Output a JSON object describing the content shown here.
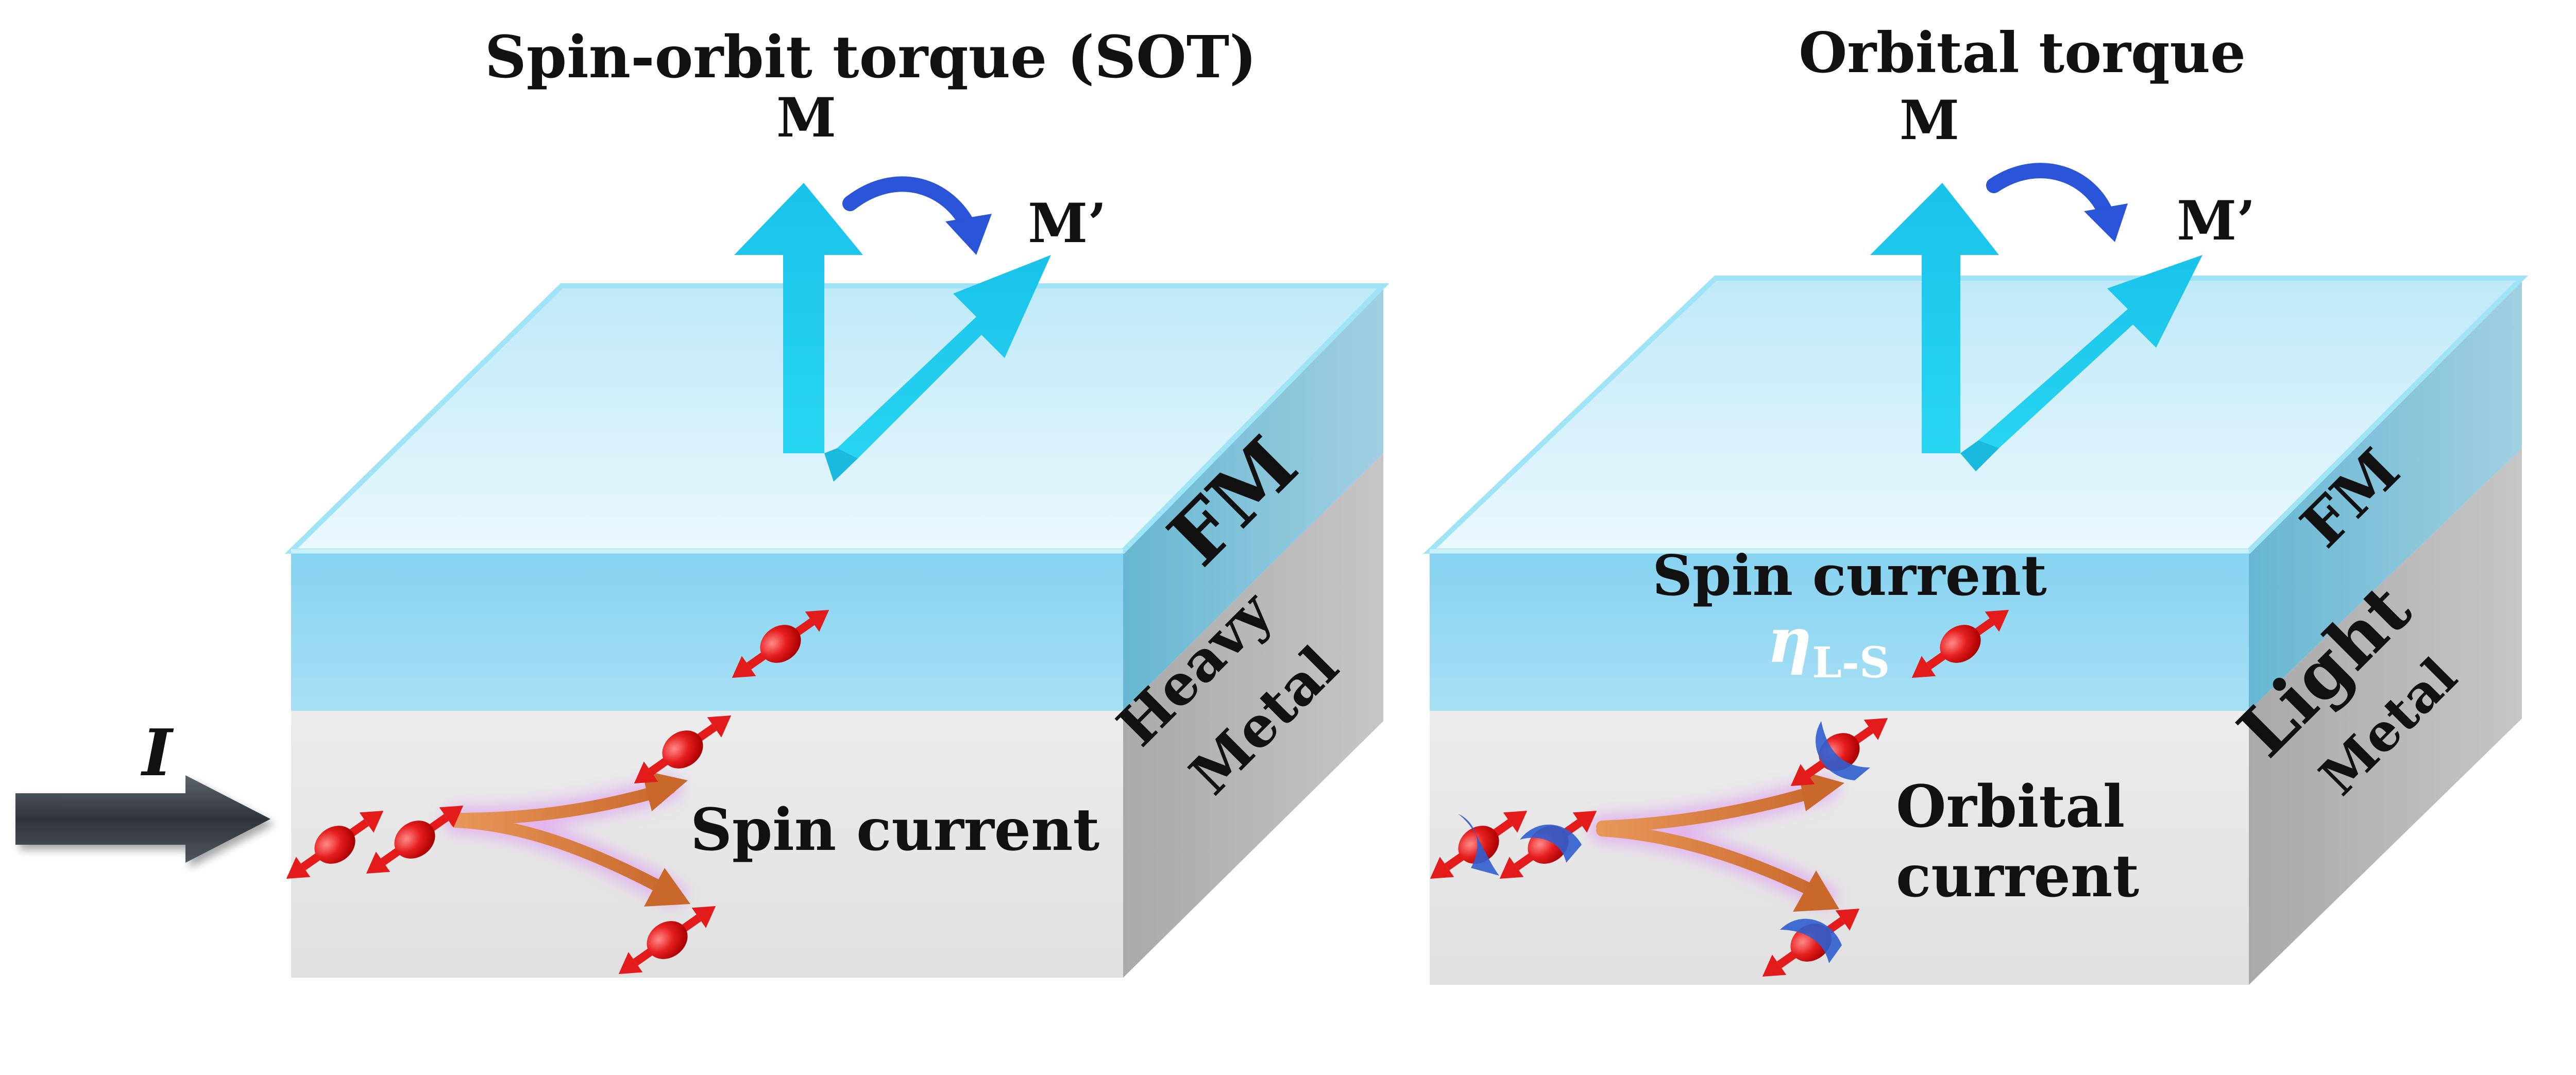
{
  "left_panel": {
    "title": "Spin-orbit torque (SOT)",
    "m_label": "M",
    "m_prime_label": "M’",
    "fm_label": "FM",
    "metal_label_line1": "Heavy",
    "metal_label_line2": "Metal",
    "current_symbol": "I",
    "current_label": "Spin current"
  },
  "right_panel": {
    "title": "Orbital torque",
    "m_label": "M",
    "m_prime_label": "M’",
    "fm_label": "FM",
    "fm_text": "Spin current",
    "eta_symbol": "η",
    "eta_subscript": "L-S",
    "metal_label_line1": "Light",
    "metal_label_line2": "Metal",
    "current_label_line1": "Orbital",
    "current_label_line2": "current"
  },
  "colors": {
    "fm_layer": "#8fd6f2",
    "metal_front": "#e6e6e6",
    "metal_side": "#b8b8b8",
    "magnetization_arrow": "#1ec8ec",
    "torque_arrow": "#2a55d8",
    "spin": "#e31b1b",
    "orbital": "#2f5fd0",
    "current_arrow": "#333a40",
    "eta_text": "#ffffff"
  }
}
